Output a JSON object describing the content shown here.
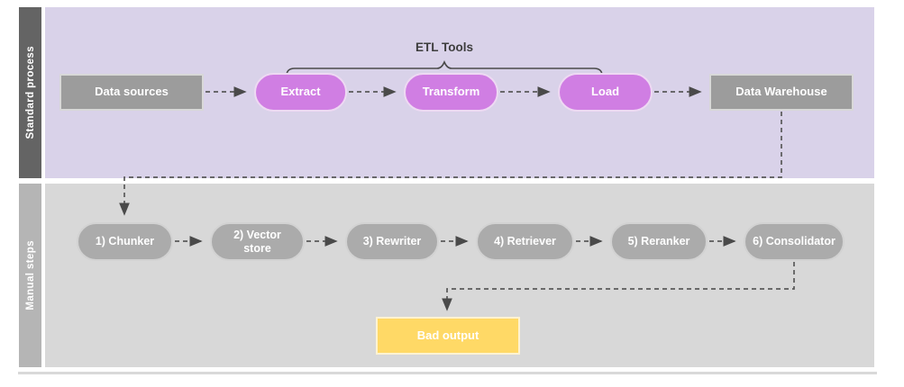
{
  "diagram": {
    "lanes": [
      {
        "label": "Standard process"
      },
      {
        "label": "Manual steps"
      }
    ],
    "standard_process": {
      "etl_tools_caption": "ETL Tools",
      "data_sources": "Data sources",
      "extract": "Extract",
      "transform": "Transform",
      "load": "Load",
      "data_warehouse": "Data Warehouse"
    },
    "manual_steps": {
      "chunker": "1) Chunker",
      "vector_store": "2) Vector store",
      "rewriter": "3) Rewriter",
      "retriever": "4) Retriever",
      "reranker": "5) Reranker",
      "consolidator": "6) Consolidator",
      "bad_output": "Bad output"
    },
    "colors": {
      "lane1_background": "#d9d2e9",
      "lane1_bar": "#646464",
      "lane2_background": "#d8d8d8",
      "lane2_bar": "#b5b5b5",
      "gray_rect_fill": "#9c9c9c",
      "purple_pill_fill": "#d07ee3",
      "gray_pill_fill": "#ababab",
      "yellow_rect_fill": "#ffd966",
      "connector_stroke": "#595959"
    }
  }
}
